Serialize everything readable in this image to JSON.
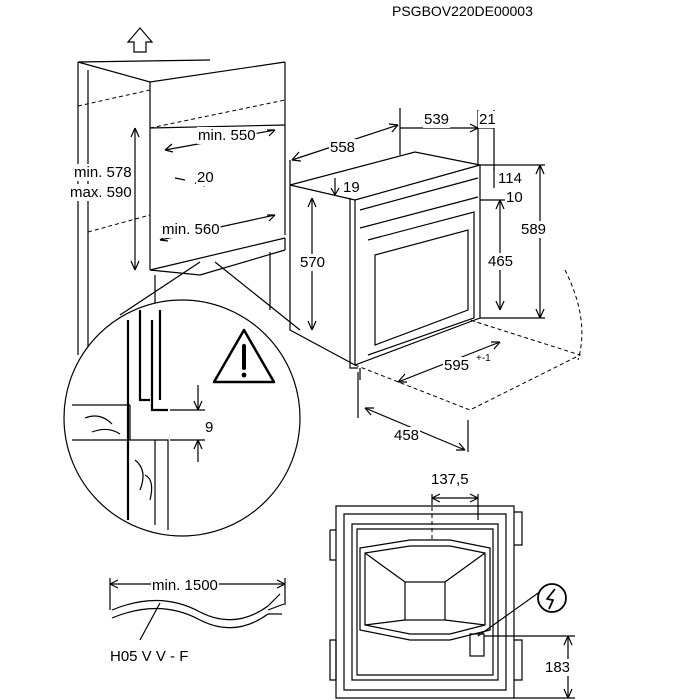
{
  "doc_code": "PSGBOV220DE00003",
  "niche": {
    "height_min": "min. 578",
    "height_max": "max. 590",
    "depth_min": "min. 550",
    "gap": "20",
    "width_min": "min. 560"
  },
  "oven": {
    "depth_total": "558",
    "depth_body": "539",
    "front": "21",
    "top_offset": "19",
    "h114": "114",
    "h10": "10",
    "height_body": "570",
    "height_inner": "465",
    "height_total": "589",
    "width": "595",
    "width_tol": "+-1",
    "depth_floor": "458"
  },
  "detail": {
    "clearance": "9"
  },
  "socket": {
    "offset_x": "137,5",
    "offset_y": "183"
  },
  "cable": {
    "length_min": "min. 1500",
    "type": "H05 V V - F"
  },
  "icons": {
    "warning": "warning-triangle-icon",
    "electric": "lightning-bolt-icon",
    "up_arrow": "up-arrow-icon"
  }
}
